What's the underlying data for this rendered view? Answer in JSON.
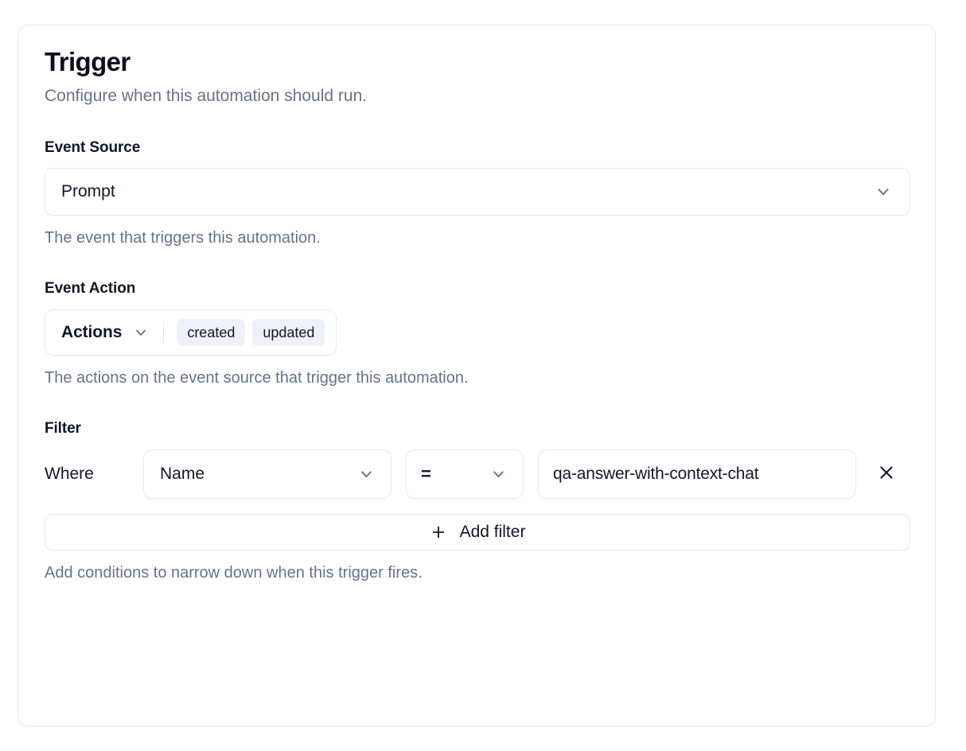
{
  "card": {
    "title": "Trigger",
    "subtitle": "Configure when this automation should run."
  },
  "event_source": {
    "label": "Event Source",
    "value": "Prompt",
    "help": "The event that triggers this automation.",
    "chevron_icon": "chevron-down-icon"
  },
  "event_action": {
    "label": "Event Action",
    "combo_label": "Actions",
    "badges": [
      "created",
      "updated"
    ],
    "help": "The actions on the event source that trigger this automation.",
    "chevron_icon": "chevron-down-icon"
  },
  "filter": {
    "label": "Filter",
    "where_label": "Where",
    "rows": [
      {
        "field": "Name",
        "operator": "=",
        "value": "qa-answer-with-context-chat",
        "remove_icon": "close-icon"
      }
    ],
    "add_filter_label": "Add filter",
    "add_filter_icon": "plus-icon",
    "help": "Add conditions to narrow down when this trigger fires."
  },
  "colors": {
    "text_primary": "#0f172a",
    "text_muted": "#64748b",
    "border": "#e6e9ef",
    "badge_bg": "#eef1f8",
    "surface": "#ffffff"
  }
}
